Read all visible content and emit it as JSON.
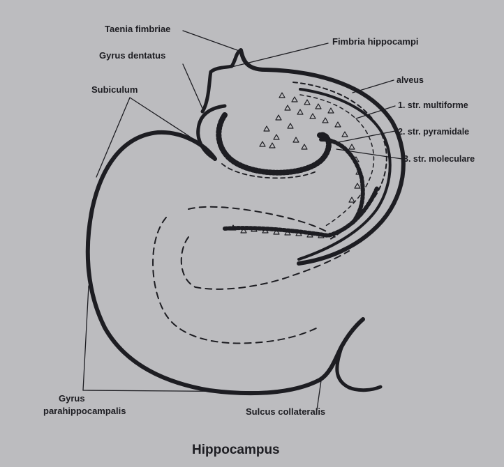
{
  "labels": {
    "taenia_fimbriae": "Taenia fimbriae",
    "fimbria_hippocampi": "Fimbria hippocampi",
    "gyrus_dentatus": "Gyrus dentatus",
    "alveus": "alveus",
    "subiculum": "Subiculum",
    "str_multiforme_prefix": "1. str.",
    "str_multiforme_word": "multiforme",
    "str_pyramidale": "2. str. pyramidale",
    "str_moleculare": "3. str. moleculare",
    "gyrus_parahippocampalis_line1": "Gyrus",
    "gyrus_parahippocampalis_line2": "parahippocampalis",
    "sulcus_collateralis": "Sulcus collateralis"
  },
  "caption": "Hippocampus",
  "colors": {
    "background": "#bcbcbf",
    "ink": "#1d1d22",
    "highlight_box": "#e9e9e9"
  }
}
